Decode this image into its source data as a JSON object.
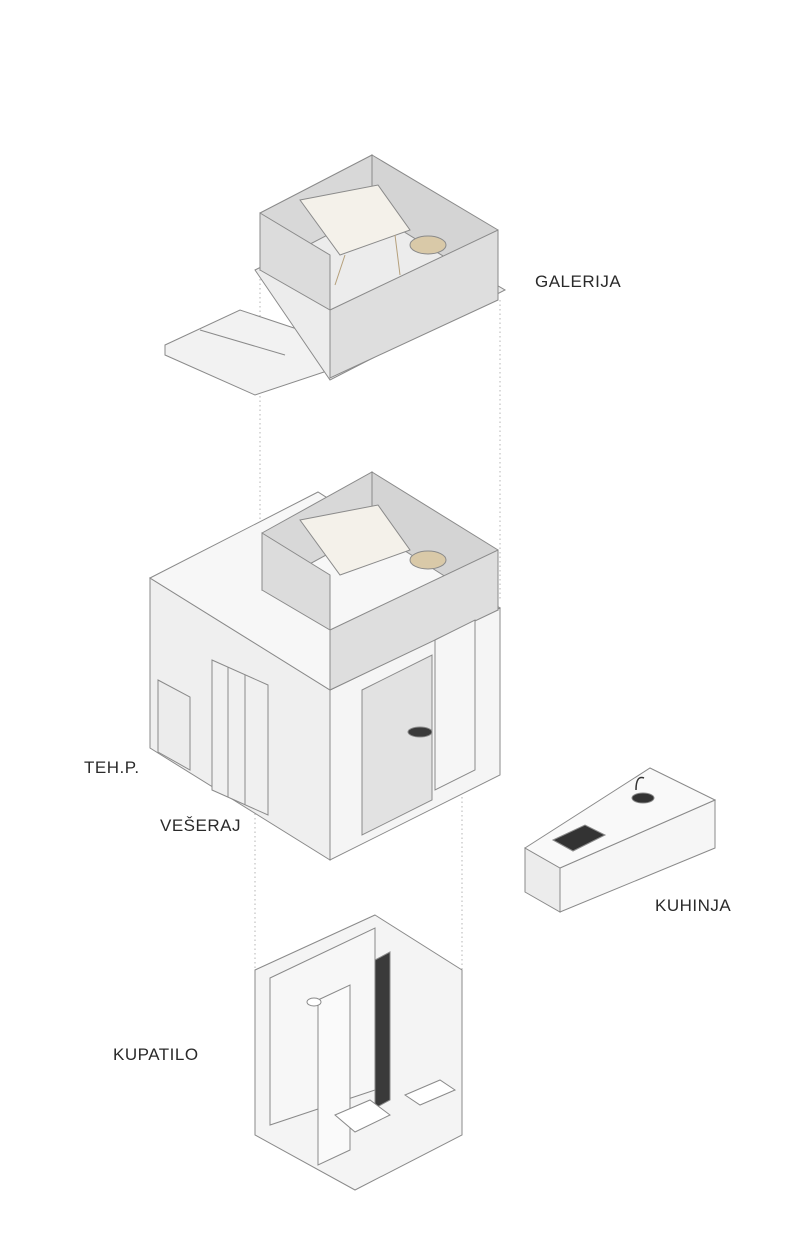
{
  "labels": {
    "gallery": "GALERIJA",
    "tech_room": "TEH.P.",
    "laundry": "VEŠERAJ",
    "kitchen": "KUHINJA",
    "bathroom": "KUPATILO"
  },
  "colors": {
    "wall_light": "#f3f3f3",
    "wall_mid": "#e6e6e6",
    "concrete": "#dcdcdc",
    "line": "#8a8a8a",
    "wood": "#d9c9a8",
    "dark": "#3a3a3a"
  }
}
